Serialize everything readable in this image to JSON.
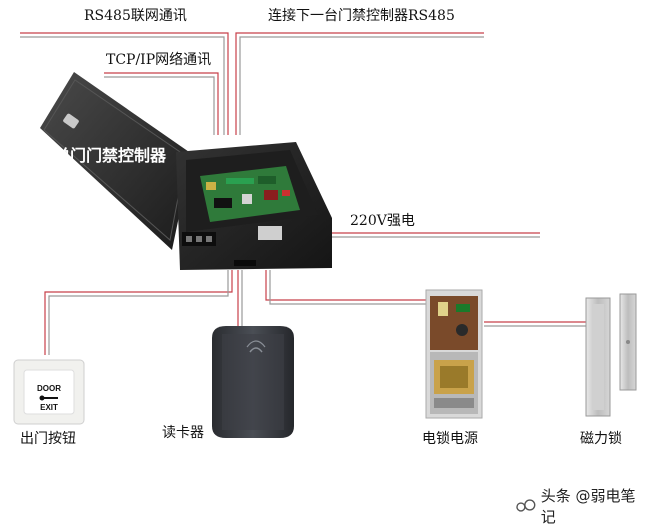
{
  "labels": {
    "rs485_network": "RS485联网通讯",
    "rs485_next": "连接下一台门禁控制器RS485",
    "tcpip": "TCP/IP网络通讯",
    "controller": "单门门禁控制器",
    "power_220v": "220V强电",
    "exit_button": "出门按钮",
    "card_reader": "读卡器",
    "lock_power": "电锁电源",
    "mag_lock": "磁力锁"
  },
  "exit_button_text": {
    "line1": "DOOR",
    "line2": "EXIT"
  },
  "watermark": {
    "text": "头条 @弱电笔记"
  },
  "colors": {
    "wire_red": "#c8404a",
    "wire_gray": "#9a9a9a",
    "box_dark": "#2a2a2a",
    "pcb_green": "#2f7a3a",
    "reader_body": "#3a3d42"
  },
  "icons": {
    "controller": "access-controller-box",
    "exit": "exit-button-icon",
    "reader": "card-reader-icon",
    "psu": "power-supply-icon",
    "lock": "magnetic-lock-icon"
  }
}
